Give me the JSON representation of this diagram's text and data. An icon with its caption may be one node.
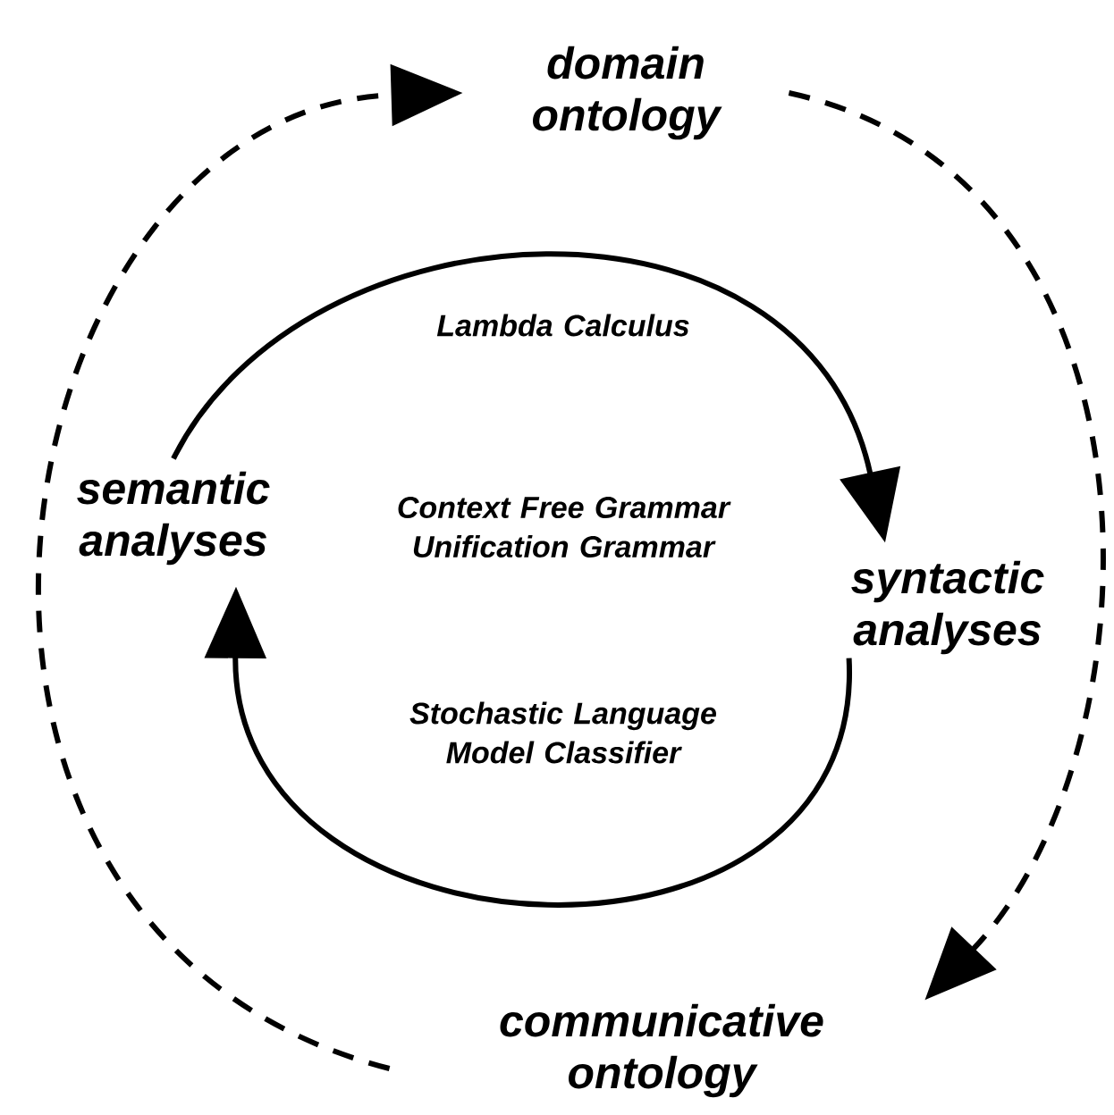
{
  "diagram": {
    "nodes": [
      {
        "text": [
          "domain ontology"
        ]
      },
      {
        "text": [
          "syntactic analyses"
        ]
      },
      {
        "text": [
          "communicative ontology"
        ]
      },
      {
        "text": [
          "semantic analyses"
        ]
      }
    ],
    "edges": [
      {
        "from": 3,
        "to": 1,
        "arrow": "to",
        "label": "Lambda Calculus"
      },
      {
        "from": 1,
        "to": 3,
        "arrow": "to",
        "label": "Stochastic Language Model Classifier"
      },
      {
        "from": 2,
        "to": 0,
        "arrow": "to",
        "style": "dashed"
      },
      {
        "from": 0,
        "to": 2,
        "arrow": "to",
        "style": "dashed"
      }
    ],
    "labels": [
      "Context Free Grammar Unification Grammar"
    ]
  }
}
